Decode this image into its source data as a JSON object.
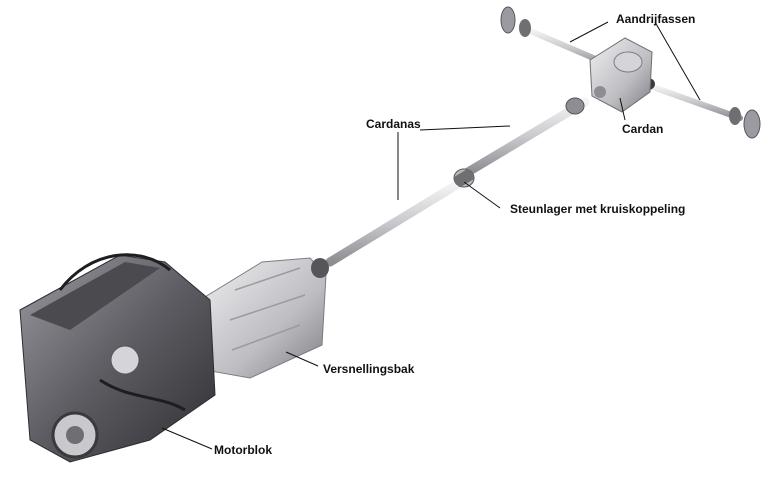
{
  "labels": {
    "aandrijfassen": "Aandrijfassen",
    "cardan": "Cardan",
    "cardanas": "Cardanas",
    "steunlager": "Steunlager met kruiskoppeling",
    "versnellingsbak": "Versnellingsbak",
    "motorblok": "Motorblok"
  },
  "colors": {
    "label_text": "#111111",
    "metal_light": "#e4e4e6",
    "metal_mid": "#b9b9bd",
    "metal_dark": "#6e6e73",
    "engine_dark": "#3a3a3d"
  }
}
